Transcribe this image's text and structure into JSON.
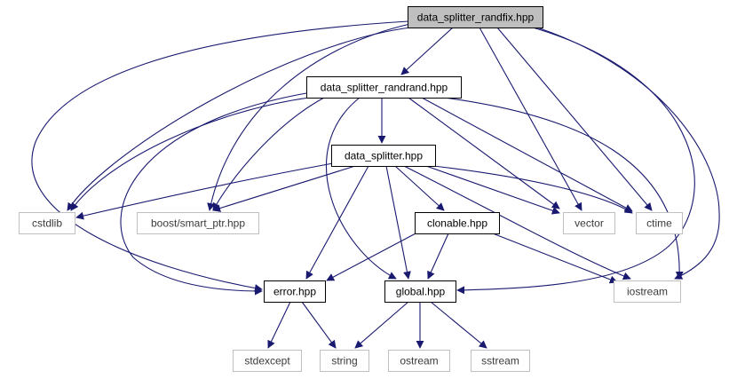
{
  "diagram": {
    "colors": {
      "edge": "#191970",
      "root_fill": "#bfbfbf",
      "border_internal": "#000000",
      "border_external": "#bfbfbf",
      "background": "#ffffff"
    },
    "nodes": [
      {
        "id": "randfix",
        "label": "data_splitter_randfix.hpp",
        "kind": "root"
      },
      {
        "id": "randrand",
        "label": "data_splitter_randrand.hpp",
        "kind": "internal"
      },
      {
        "id": "splitter",
        "label": "data_splitter.hpp",
        "kind": "internal"
      },
      {
        "id": "cstdlib",
        "label": "cstdlib",
        "kind": "external"
      },
      {
        "id": "smartptr",
        "label": "boost/smart_ptr.hpp",
        "kind": "external"
      },
      {
        "id": "clonable",
        "label": "clonable.hpp",
        "kind": "internal"
      },
      {
        "id": "vector",
        "label": "vector",
        "kind": "external"
      },
      {
        "id": "ctime",
        "label": "ctime",
        "kind": "external"
      },
      {
        "id": "error",
        "label": "error.hpp",
        "kind": "internal"
      },
      {
        "id": "global",
        "label": "global.hpp",
        "kind": "internal"
      },
      {
        "id": "iostream",
        "label": "iostream",
        "kind": "external"
      },
      {
        "id": "stdexcept",
        "label": "stdexcept",
        "kind": "external"
      },
      {
        "id": "string",
        "label": "string",
        "kind": "external"
      },
      {
        "id": "ostream",
        "label": "ostream",
        "kind": "external"
      },
      {
        "id": "sstream",
        "label": "sstream",
        "kind": "external"
      }
    ],
    "edges": [
      {
        "from": "randfix",
        "to": "randrand"
      },
      {
        "from": "randfix",
        "to": "cstdlib"
      },
      {
        "from": "randfix",
        "to": "smartptr"
      },
      {
        "from": "randfix",
        "to": "vector"
      },
      {
        "from": "randfix",
        "to": "ctime"
      },
      {
        "from": "randfix",
        "to": "error"
      },
      {
        "from": "randfix",
        "to": "global"
      },
      {
        "from": "randfix",
        "to": "iostream"
      },
      {
        "from": "randrand",
        "to": "splitter"
      },
      {
        "from": "randrand",
        "to": "cstdlib"
      },
      {
        "from": "randrand",
        "to": "smartptr"
      },
      {
        "from": "randrand",
        "to": "vector"
      },
      {
        "from": "randrand",
        "to": "ctime"
      },
      {
        "from": "randrand",
        "to": "error"
      },
      {
        "from": "randrand",
        "to": "global"
      },
      {
        "from": "randrand",
        "to": "iostream"
      },
      {
        "from": "splitter",
        "to": "cstdlib"
      },
      {
        "from": "splitter",
        "to": "smartptr"
      },
      {
        "from": "splitter",
        "to": "clonable"
      },
      {
        "from": "splitter",
        "to": "vector"
      },
      {
        "from": "splitter",
        "to": "ctime"
      },
      {
        "from": "splitter",
        "to": "error"
      },
      {
        "from": "splitter",
        "to": "global"
      },
      {
        "from": "splitter",
        "to": "iostream"
      },
      {
        "from": "clonable",
        "to": "error"
      },
      {
        "from": "clonable",
        "to": "global"
      },
      {
        "from": "clonable",
        "to": "iostream"
      },
      {
        "from": "error",
        "to": "stdexcept"
      },
      {
        "from": "error",
        "to": "string"
      },
      {
        "from": "global",
        "to": "string"
      },
      {
        "from": "global",
        "to": "ostream"
      },
      {
        "from": "global",
        "to": "sstream"
      }
    ]
  }
}
